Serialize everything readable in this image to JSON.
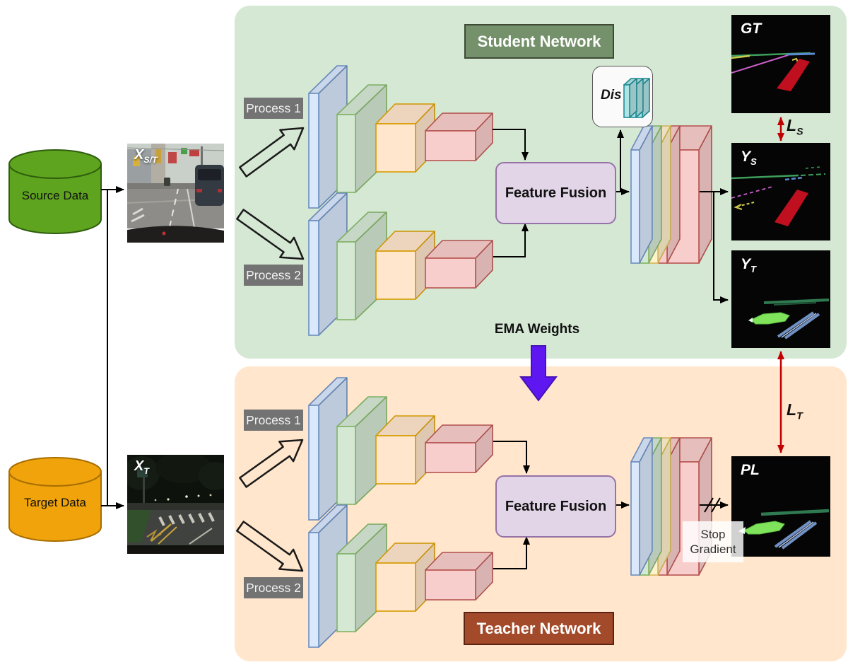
{
  "panels": {
    "student": {
      "title": "Student Network"
    },
    "teacher": {
      "title": "Teacher Network"
    }
  },
  "datastores": {
    "source": "Source Data",
    "target": "Target Data"
  },
  "inputs": {
    "xst": {
      "main": "X",
      "sub": "S/T"
    },
    "xt": {
      "main": "X",
      "sub": "T"
    }
  },
  "process": {
    "p1": "Process 1",
    "p2": "Process 2"
  },
  "fusion": {
    "label": "Feature Fusion"
  },
  "discriminator": {
    "label": "Dis"
  },
  "ema": {
    "label": "EMA Weights"
  },
  "stop_gradient": {
    "line1": "Stop",
    "line2": "Gradient"
  },
  "outputs": {
    "gt": {
      "main": "GT",
      "sub": ""
    },
    "ys": {
      "main": "Y",
      "sub": "S"
    },
    "yt": {
      "main": "Y",
      "sub": "T"
    },
    "pl": {
      "main": "PL",
      "sub": ""
    }
  },
  "losses": {
    "ls": {
      "main": "L",
      "sub": "S"
    },
    "lt": {
      "main": "L",
      "sub": "T"
    }
  },
  "colors": {
    "student_panel": "#D5E8D4",
    "teacher_panel": "#FFE6CC",
    "student_header_bg": "#75916B",
    "student_header_border": "#3E4A36",
    "teacher_header_bg": "#A34A2A",
    "teacher_header_border": "#5C2312",
    "process_bg": "#737373",
    "source_cylinder_fill": "#5FA41F",
    "source_cylinder_stroke": "#2E5E0E",
    "target_cylinder_fill": "#F0A30A",
    "target_cylinder_stroke": "#A86E02",
    "block_blue": "#DAE8FC",
    "block_blue_border": "#6C8EBF",
    "block_green": "#D5E8D4",
    "block_green_border": "#82B366",
    "block_orange": "#FFE6CC",
    "block_orange_border": "#D79B00",
    "block_yellow": "#FFF2CC",
    "block_yellow_border": "#D6B656",
    "block_red": "#F8CECC",
    "block_red_border": "#B85450",
    "fusion_bg": "#E1D5E7",
    "fusion_border": "#9673A6",
    "dis_cyan": "#B0E3E5",
    "dis_cyan_border": "#1E8E96",
    "connector": "#000000",
    "loss_arrow": "#C00000",
    "ema_arrow_fill": "#5E17F1",
    "ema_arrow_stroke": "#4513B5"
  }
}
